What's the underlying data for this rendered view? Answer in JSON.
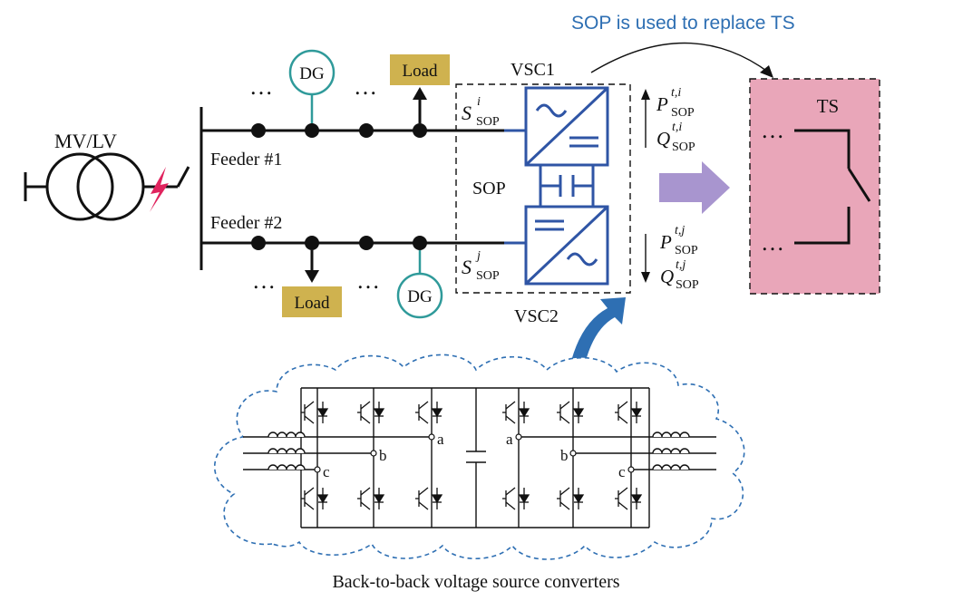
{
  "annotation": "SOP is used to replace TS",
  "transformer_label": "MV/LV",
  "feeder1_label": "Feeder #1",
  "feeder2_label": "Feeder #2",
  "vsc1_label": "VSC1",
  "vsc2_label": "VSC2",
  "sop_label": "SOP",
  "ts_label": "TS",
  "dg_label": "DG",
  "load_label": "Load",
  "ellipsis": "…",
  "s_sop_i": {
    "base": "S",
    "sup": "i",
    "sub": "SOP"
  },
  "s_sop_j": {
    "base": "S",
    "sup": "j",
    "sub": "SOP"
  },
  "p_sop_i": {
    "base": "P",
    "sup": "t,i",
    "sub": "SOP"
  },
  "q_sop_i": {
    "base": "Q",
    "sup": "t,i",
    "sub": "SOP"
  },
  "p_sop_j": {
    "base": "P",
    "sup": "t,j",
    "sub": "SOP"
  },
  "q_sop_j": {
    "base": "Q",
    "sup": "t,j",
    "sub": "SOP"
  },
  "node_a": "a",
  "node_b": "b",
  "node_c": "c",
  "caption": "Back-to-back voltage source converters",
  "colors": {
    "blue_text": "#2e6fb3",
    "vsc_outline": "#2f55a5",
    "load_box": "#cfb24f",
    "dg_circle": "#2f9a9a",
    "ts_box": "#e9a6b9",
    "purple_arrow": "#a895cf",
    "fault": "#e0245e",
    "cloud_border": "#2e6fb3"
  }
}
